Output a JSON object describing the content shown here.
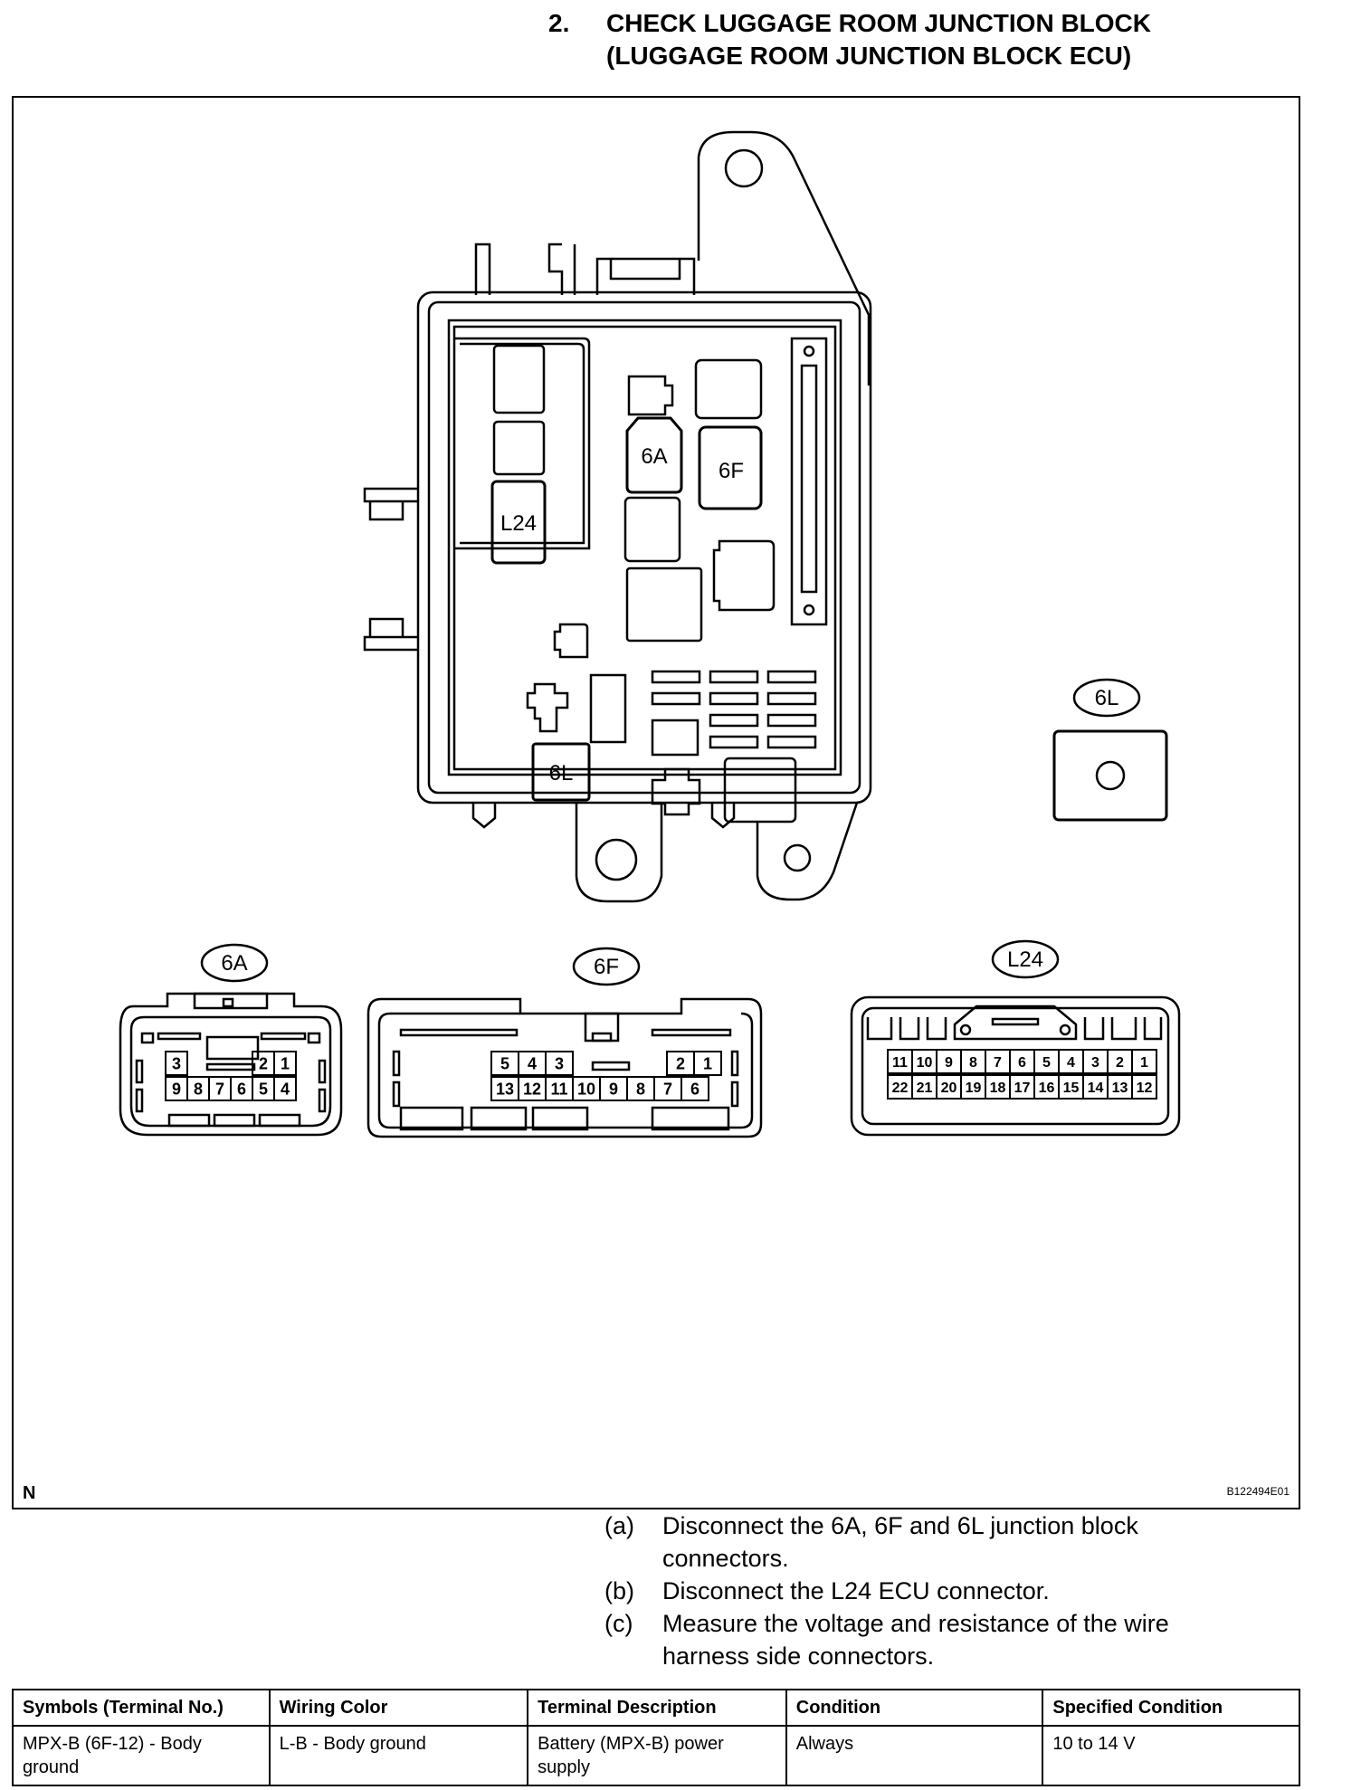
{
  "header": {
    "number": "2.",
    "line1": "CHECK LUGGAGE ROOM JUNCTION BLOCK",
    "line2": "(LUGGAGE ROOM JUNCTION BLOCK ECU)"
  },
  "figure": {
    "corner_label": "N",
    "ref_code": "B122494E01",
    "block_labels": {
      "c6a": "6A",
      "c6f": "6F",
      "l24": "L24",
      "c6l": "6L"
    },
    "callouts": {
      "c6l": "6L",
      "c6a": "6A",
      "c6f": "6F",
      "l24": "L24"
    },
    "connector_6a_pins": {
      "top": [
        "3",
        "2",
        "1"
      ],
      "bottom": [
        "9",
        "8",
        "7",
        "6",
        "5",
        "4"
      ]
    },
    "connector_6f_pins": {
      "top": [
        "5",
        "4",
        "3",
        "2",
        "1"
      ],
      "bottom": [
        "13",
        "12",
        "11",
        "10",
        "9",
        "8",
        "7",
        "6"
      ]
    },
    "connector_l24_pins": {
      "top": [
        "11",
        "10",
        "9",
        "8",
        "7",
        "6",
        "5",
        "4",
        "3",
        "2",
        "1"
      ],
      "bottom": [
        "22",
        "21",
        "20",
        "19",
        "18",
        "17",
        "16",
        "15",
        "14",
        "13",
        "12"
      ]
    }
  },
  "steps": [
    {
      "label": "(a)",
      "text": "Disconnect the 6A, 6F and 6L junction block connectors."
    },
    {
      "label": "(b)",
      "text": "Disconnect the L24 ECU connector."
    },
    {
      "label": "(c)",
      "text": "Measure the voltage and resistance of the wire harness side connectors."
    }
  ],
  "table": {
    "headers": [
      "Symbols (Terminal No.)",
      "Wiring Color",
      "Terminal Description",
      "Condition",
      "Specified Condition"
    ],
    "rows": [
      [
        "MPX-B (6F-12) - Body ground",
        "L-B - Body ground",
        "Battery (MPX-B) power supply",
        "Always",
        "10 to 14 V"
      ]
    ]
  }
}
